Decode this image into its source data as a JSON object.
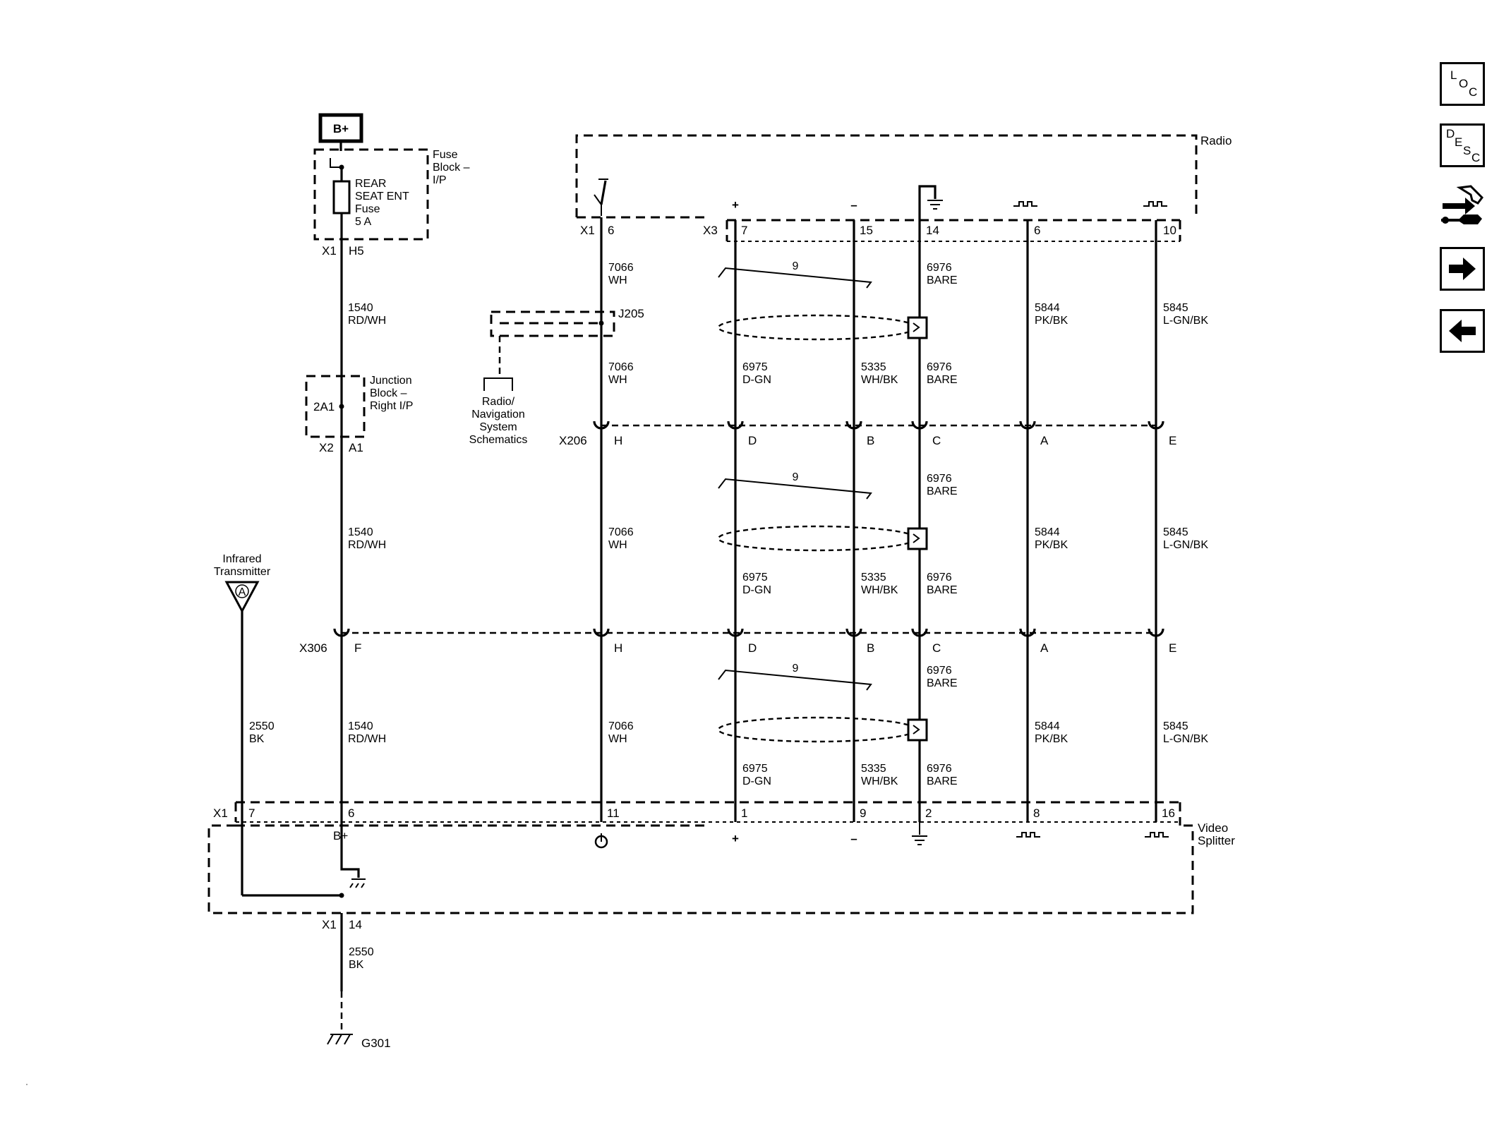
{
  "power": {
    "bplus": "B+"
  },
  "fuse_block": {
    "title": [
      "Fuse",
      "Block –",
      "I/P"
    ],
    "fuse": [
      "REAR",
      "SEAT ENT",
      "Fuse",
      "5 A"
    ],
    "conn": "X1",
    "pin": "H5"
  },
  "junction_block": {
    "title": [
      "Junction",
      "Block –",
      "Right I/P"
    ],
    "id": "2A1",
    "conn": "X2",
    "pin": "A1"
  },
  "infrared": {
    "title": [
      "Infrared",
      "Transmitter"
    ],
    "pin": "A",
    "wire": [
      "2550",
      "BK"
    ]
  },
  "radio": {
    "title": "Radio",
    "conn_x1": "X1",
    "conn_x3": "X3",
    "pins": [
      "6",
      "7",
      "15",
      "14",
      "6",
      "10"
    ]
  },
  "j205": {
    "label": "J205",
    "ref": [
      "Radio/",
      "Navigation",
      "System",
      "Schematics"
    ]
  },
  "video_splitter": {
    "title": [
      "Video",
      "Splitter"
    ],
    "conn": "X1",
    "pins": [
      "7",
      "6",
      "11",
      "1",
      "9",
      "2",
      "8",
      "16"
    ],
    "bplus": "B+",
    "gnd_conn": "X1",
    "gnd_pin": "14"
  },
  "inline_x206": {
    "id": "X206",
    "pins": [
      "H",
      "D",
      "B",
      "C",
      "A",
      "E"
    ]
  },
  "inline_x306": {
    "id": "X306",
    "pins": [
      "F",
      "H",
      "D",
      "B",
      "C",
      "A",
      "E"
    ]
  },
  "wires": {
    "w1540": [
      "1540",
      "RD/WH"
    ],
    "w7066": [
      "7066",
      "WH"
    ],
    "w6975": [
      "6975",
      "D-GN"
    ],
    "w5335": [
      "5335",
      "WH/BK"
    ],
    "w6976": [
      "6976",
      "BARE"
    ],
    "w5844": [
      "5844",
      "PK/BK"
    ],
    "w5845": [
      "5845",
      "L-GN/BK"
    ],
    "w2550": [
      "2550",
      "BK"
    ],
    "twist": "9"
  },
  "ground": {
    "id": "G301"
  },
  "sidebar": {
    "loc": [
      "L",
      "O",
      "C"
    ],
    "desc": [
      "D",
      "E",
      "S",
      "C"
    ]
  }
}
